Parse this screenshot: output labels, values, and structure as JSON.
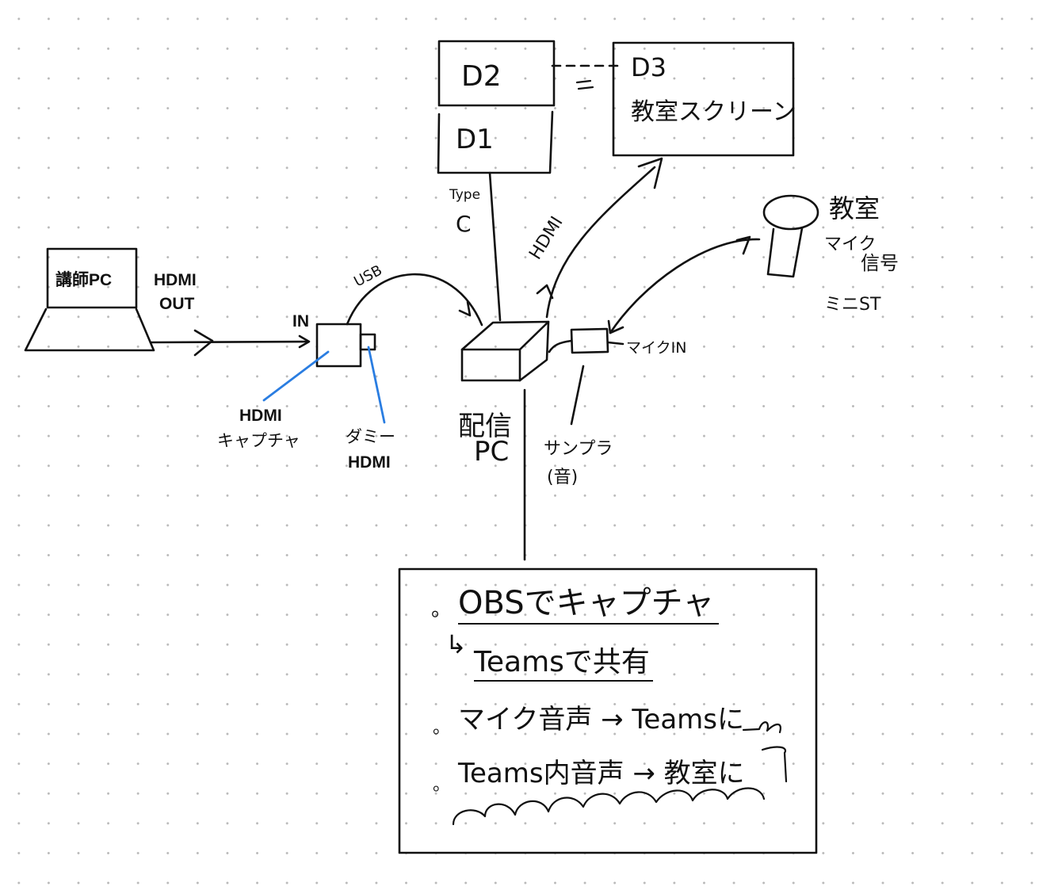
{
  "diagram": {
    "title": "配信PC 接続構成図",
    "nodes": {
      "instructor_pc": {
        "label": "講師PC",
        "port_label": "HDMI\nOUT",
        "port_line1": "HDMI",
        "port_line2": "OUT"
      },
      "capture": {
        "in_label": "IN",
        "label_line1": "HDMI",
        "label_line2": "キャプチャ"
      },
      "dummy_hdmi": {
        "label_line1": "ダミー",
        "label_line2": "HDMI"
      },
      "display_d1": {
        "label": "D1"
      },
      "display_d2": {
        "label": "D2"
      },
      "display_d3": {
        "label": "D3",
        "sublabel": "教室スクリーン"
      },
      "streaming_pc": {
        "label_line1": "配信",
        "label_line2": "PC"
      },
      "classroom_mic": {
        "label_line1": "教室",
        "label_line2": "マイク",
        "label_line3": "信号",
        "label_line4": "ミニST"
      },
      "usb_adapter": {
        "port_label": "マイクIN",
        "label_line1": "サンプラ",
        "label_line2": "(音)"
      }
    },
    "connections": {
      "hdmi_out_to_capture": "HDMI",
      "capture_to_pc": "USB",
      "pc_to_d1": "Type C",
      "pc_to_d3": "HDMI",
      "d2_d3": "="
    },
    "edge_labels": {
      "usb": "USB",
      "type_line1": "Type",
      "type_line2": "C",
      "hdmi": "HDMI",
      "equals": "="
    },
    "notes": {
      "items": [
        {
          "bullet": "。",
          "text": "OBSでキャプチャ"
        },
        {
          "bullet": "↳",
          "text": "Teamsで共有"
        },
        {
          "bullet": "。",
          "text": "マイク音声 → Teamsに"
        },
        {
          "bullet": "。",
          "text": "Teams内音声 → 教室に"
        }
      ]
    },
    "colors": {
      "ink": "#111111",
      "annotation": "#2a7de1",
      "grid_dot": "#b9b9b9"
    }
  }
}
